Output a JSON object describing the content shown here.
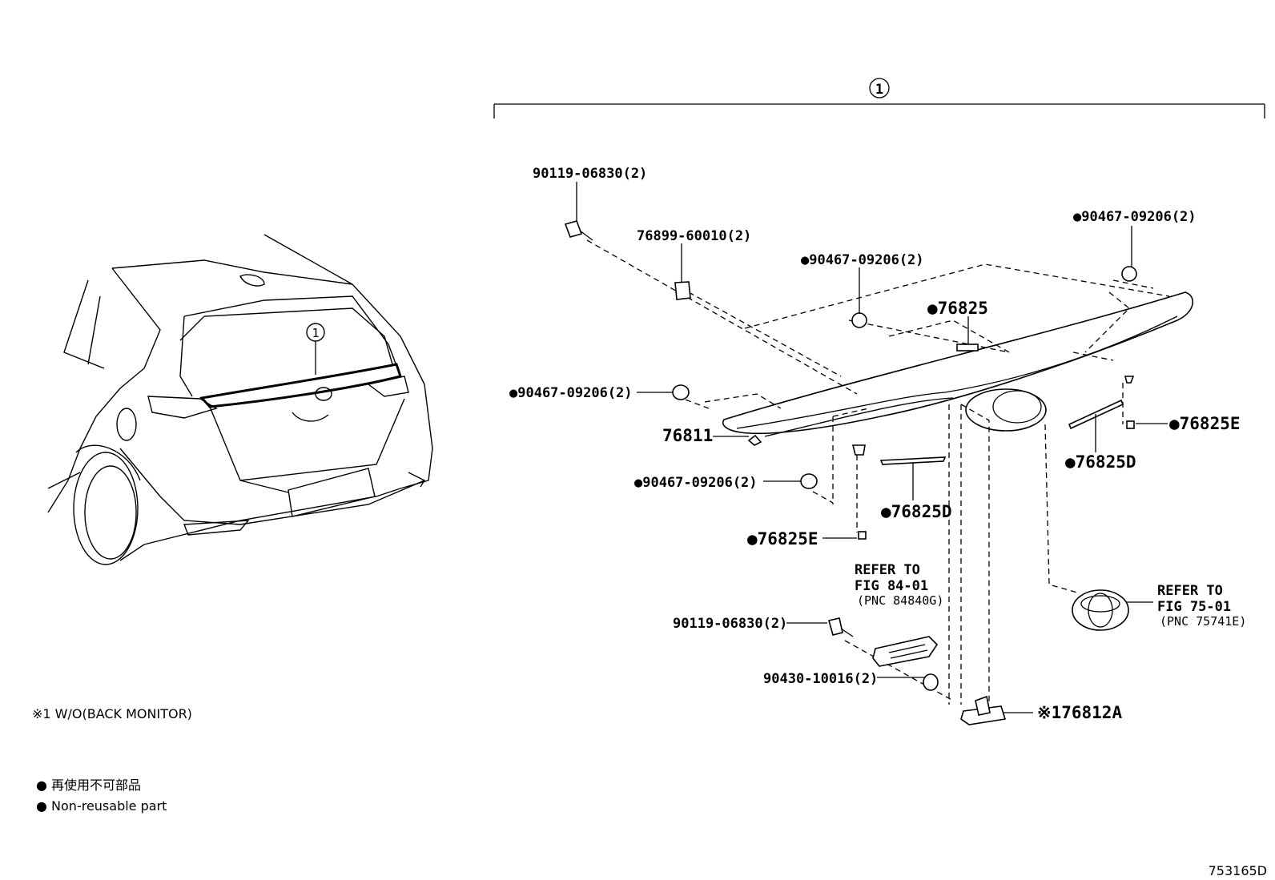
{
  "diagram": {
    "assembly_marker": "1",
    "labels": {
      "bolt_top": "90119-06830(2)",
      "clip_76899": "76899-60010(2)",
      "nut_center": "●90467-09206(2)",
      "nut_right": "●90467-09206(2)",
      "part_76825": "●76825",
      "nut_left": "●90467-09206(2)",
      "garnish": "76811",
      "part_76825E_right": "●76825E",
      "part_76825D_right": "●76825D",
      "nut_lower": "●90467-09206(2)",
      "part_76825D_center": "●76825D",
      "part_76825E_left": "●76825E",
      "refer_84_line1": "REFER TO",
      "refer_84_line2": "FIG 84-01",
      "refer_84_line3": "(PNC 84840G)",
      "refer_75_line1": "REFER TO",
      "refer_75_line2": "FIG 75-01",
      "refer_75_line3": "(PNC 75741E)",
      "bolt_lower": "90119-06830(2)",
      "washer": "90430-10016(2)",
      "bracket": "※176812A"
    },
    "notes": {
      "footnote": "※1 W/O(BACK MONITOR)",
      "nonreusable_jp": "● 再使用不可部品",
      "nonreusable_en": "● Non-reusable part"
    },
    "drawing_id": "753165D",
    "car_marker": "1"
  }
}
